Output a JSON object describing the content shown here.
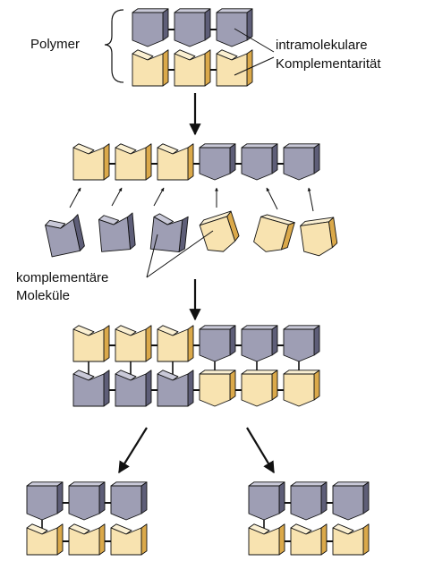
{
  "labels": {
    "polymer": "Polymer",
    "intramolecular_line1": "intramolekulare",
    "intramolecular_line2": "Komplementarität",
    "complementary_line1": "komplementäre",
    "complementary_line2": "Moleküle"
  },
  "colors": {
    "gray_face": "#9e9eb4",
    "gray_side": "#5e5e78",
    "gray_top": "#c9c9d8",
    "beige_face": "#f8e3b0",
    "beige_side": "#dba94a",
    "beige_top": "#fbf0d2",
    "outline": "#111111",
    "background": "#ffffff"
  },
  "rows": {
    "polymer_top": [
      "gray",
      "gray",
      "gray"
    ],
    "polymer_bottom": [
      "beige",
      "beige",
      "beige"
    ],
    "chain": [
      "beige",
      "beige",
      "beige",
      "gray",
      "gray",
      "gray"
    ],
    "free_molecules": [
      "gray",
      "gray",
      "gray",
      "beige",
      "beige",
      "beige"
    ],
    "duplex_top": [
      "beige",
      "beige",
      "beige",
      "gray",
      "gray",
      "gray"
    ],
    "duplex_bottom": [
      "gray",
      "gray",
      "gray",
      "beige",
      "beige",
      "beige"
    ],
    "product_left_top": [
      "gray",
      "gray",
      "gray"
    ],
    "product_left_bottom": [
      "beige",
      "beige",
      "beige"
    ],
    "product_right_top": [
      "gray",
      "gray",
      "gray"
    ],
    "product_right_bottom": [
      "beige",
      "beige",
      "beige"
    ]
  }
}
